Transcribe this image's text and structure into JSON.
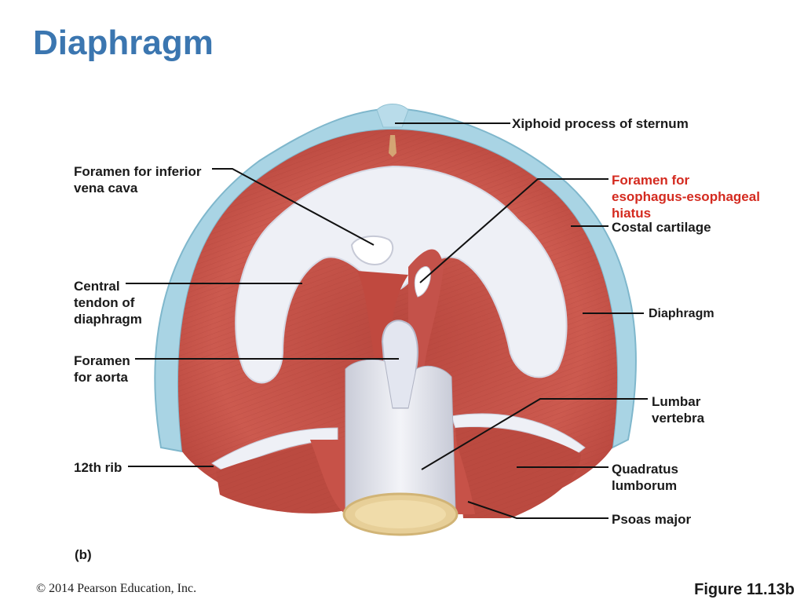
{
  "title": "Diaphragm",
  "labels": {
    "xiphoid": "Xiphoid process of sternum",
    "ivc": "Foramen for inferior\nvena cava",
    "esophagus": "Foramen for\nesophagus-esophageal\n hiatus",
    "costal": "Costal cartilage",
    "central_tendon": "Central\ntendon of\ndiaphragm",
    "diaphragm": "Diaphragm",
    "aorta": "Foramen\nfor aorta",
    "lumbar": "Lumbar\nvertebra",
    "rib12": "12th rib",
    "quadratus": "Quadratus\nlumborum",
    "psoas": "Psoas major"
  },
  "panel_label": "(b)",
  "copyright": "© 2014 Pearson Education, Inc.",
  "figure_number": "Figure 11.13b",
  "colors": {
    "title": "#3b76b0",
    "muscle": "#c9544a",
    "tendon": "#eef0f6",
    "cartilage": "#a9d4e4",
    "highlight_label": "#d42a1f"
  }
}
